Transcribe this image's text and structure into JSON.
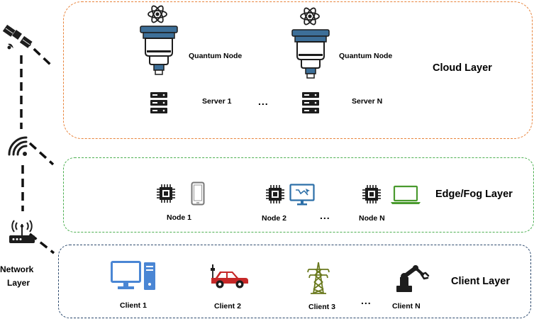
{
  "cloud": {
    "title": "Cloud Layer",
    "quantum_node_1": "Quantum Node",
    "quantum_node_2": "Quantum Node",
    "server_1": "Server 1",
    "server_n": "Server N",
    "ellipsis": "..."
  },
  "edge": {
    "title": "Edge/Fog Layer",
    "node_1": "Node 1",
    "node_2": "Node 2",
    "node_n": "Node N",
    "ellipsis": "..."
  },
  "client": {
    "title": "Client Layer",
    "client_1": "Client 1",
    "client_2": "Client 2",
    "client_3": "Client 3",
    "client_n": "Client N",
    "ellipsis": "..."
  },
  "network": {
    "label_line1": "Network",
    "label_line2": "Layer"
  },
  "colors": {
    "cloud_border": "#e8833a",
    "edge_border": "#4caf50",
    "client_border": "#2d4a6e",
    "quantum_blue": "#3d6f98",
    "client_pc_blue": "#4a86d4",
    "car_red": "#c62828",
    "tower_olive": "#6b7a1f",
    "laptop_green": "#4a9a2e",
    "monitor_blue": "#2c6fa8"
  }
}
